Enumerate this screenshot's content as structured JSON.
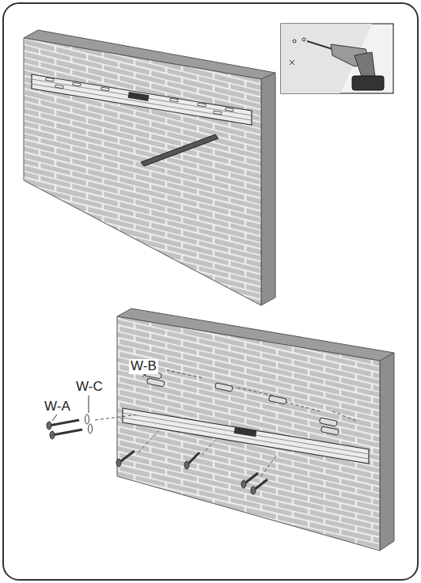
{
  "diagram": {
    "labels": [
      "W-B",
      "W-C",
      "W-A"
    ]
  }
}
